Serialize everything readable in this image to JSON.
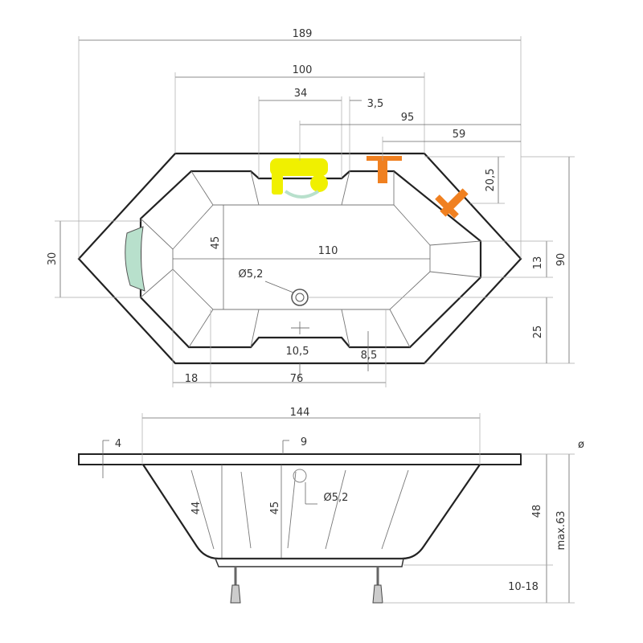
{
  "top_view": {
    "dims": {
      "overall_length": "189",
      "top_edge": "100",
      "tap_width": "34",
      "tap_offset": "3,5",
      "faucet_95": "95",
      "faucet_59": "59",
      "faucet_height": "20,5",
      "overall_width": "90",
      "dim_13": "13",
      "dim_25": "25",
      "end_width": "30",
      "floor_width": "45",
      "floor_length": "110",
      "drain_diameter": "Ø5,2",
      "dim_10_5": "10,5",
      "dim_8_5": "8,5",
      "dim_18": "18",
      "dim_76": "76"
    },
    "colors": {
      "tap": "#f0f000",
      "faucet": "#f08020",
      "headrest": "#b8e0cc"
    }
  },
  "side_view": {
    "dims": {
      "length_144": "144",
      "rim_4": "4",
      "dim_9": "9",
      "depth_44": "44",
      "depth_45": "45",
      "overflow_diameter": "Ø5,2",
      "height_48": "48",
      "max_height": "max.63",
      "feet_range": "10-18",
      "diameter_symbol": "ø"
    }
  }
}
